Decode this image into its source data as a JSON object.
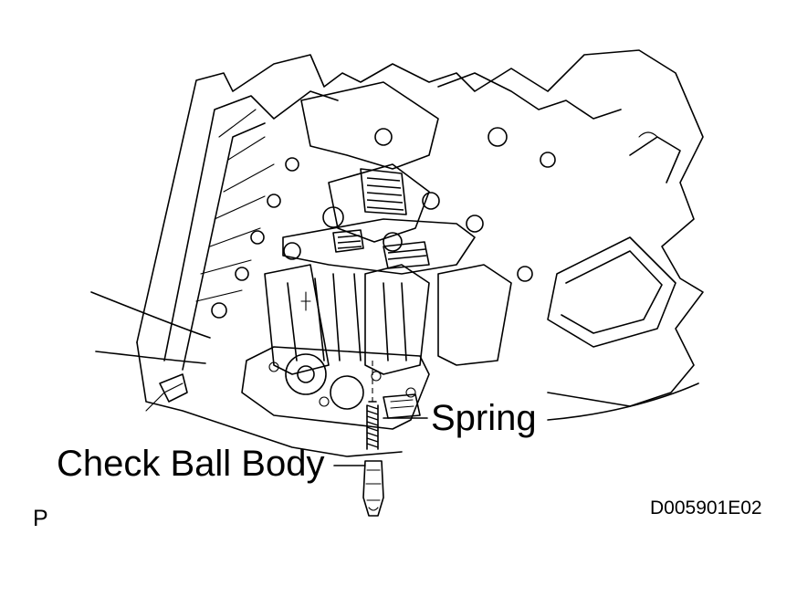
{
  "labels": {
    "spring": "Spring",
    "check_ball_body": "Check Ball Body",
    "figure_code": "D005901E02",
    "view_marker": "P"
  }
}
